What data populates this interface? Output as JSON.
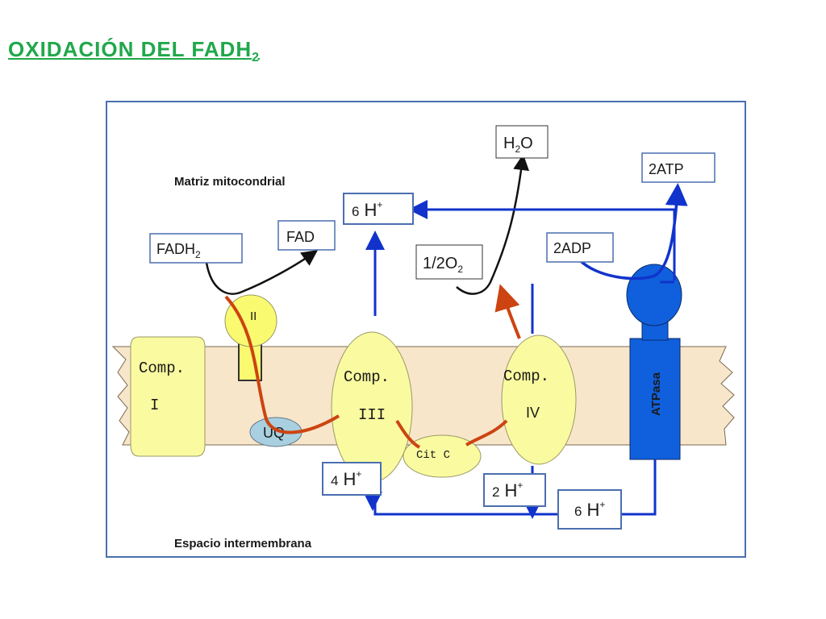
{
  "title": {
    "main": "OXIDACIÓN DEL FADH",
    "sub": "2"
  },
  "regions": {
    "matrix": "Matriz mitocondrial",
    "intermembrane": "Espacio intermembrana"
  },
  "boxes": {
    "fadh2": {
      "main": "FADH",
      "sub": "2"
    },
    "fad": "FAD",
    "h2o": {
      "a": "H",
      "sub": "2",
      "b": "O"
    },
    "o2": {
      "main": "1/2O",
      "sub": "2"
    },
    "atp": "2ATP",
    "adp": "2ADP",
    "h_top": {
      "count": "6",
      "ion": "H",
      "sup": "+"
    },
    "h_left": {
      "count": "4",
      "ion": "H",
      "sup": "+"
    },
    "h_mid": {
      "count": "2",
      "ion": "H",
      "sup": "+"
    },
    "h_right": {
      "count": "6",
      "ion": "H",
      "sup": "+"
    }
  },
  "complexes": {
    "comp1": {
      "line1": "Comp.",
      "line2": "I"
    },
    "comp2": "II",
    "comp3": {
      "line1": "Comp.",
      "line2": "III"
    },
    "comp4": {
      "line1": "Comp.",
      "line2": "IV"
    },
    "uq": "UQ",
    "citc": "Cit C",
    "atpase": "ATPasa"
  },
  "colors": {
    "title": "#1fa84b",
    "membrane": "#f8e6ca",
    "complex": "#fafaa0",
    "complex2": "#fafa70",
    "uq": "#a8d0e0",
    "atpase": "#1060dd",
    "arrow_blue": "#1133cc",
    "electron_path": "#cc4411",
    "frame": "#4a6fb0"
  }
}
